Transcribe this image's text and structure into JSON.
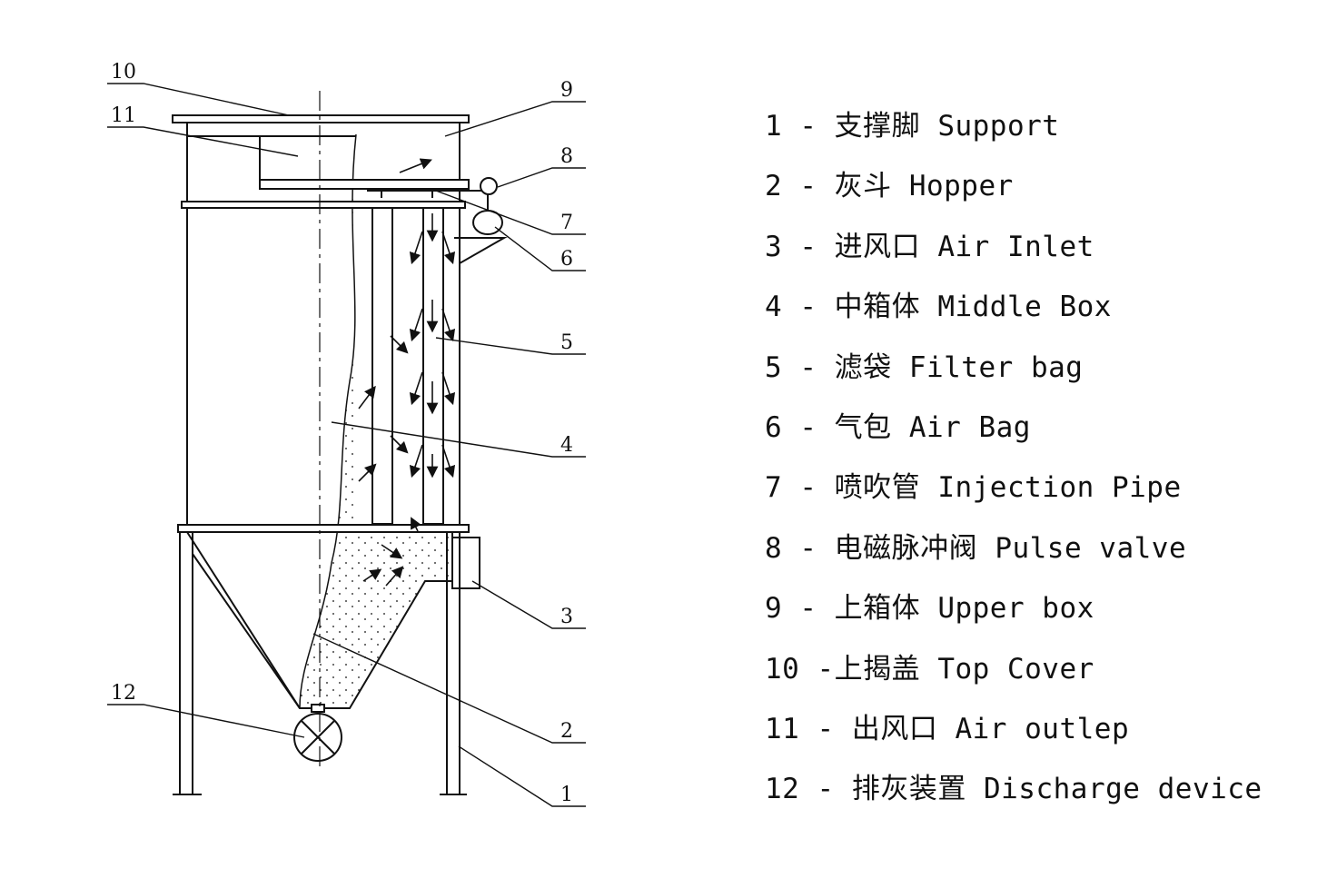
{
  "callouts": [
    "10",
    "11",
    "9",
    "8",
    "7",
    "6",
    "5",
    "4",
    "3",
    "2",
    "12",
    "1"
  ],
  "legend": [
    "1 - 支撑脚 Support",
    "2 - 灰斗 Hopper",
    "3 - 进风口 Air Inlet",
    "4 - 中箱体 Middle Box",
    "5 - 滤袋 Filter bag",
    "6 - 气包 Air Bag",
    "7 - 喷吹管 Injection Pipe",
    "8 - 电磁脉冲阀 Pulse valve",
    "9 - 上箱体 Upper box",
    "10 -上揭盖 Top Cover",
    "11 - 出风口 Air outlep",
    "12 - 排灰装置 Discharge device"
  ]
}
